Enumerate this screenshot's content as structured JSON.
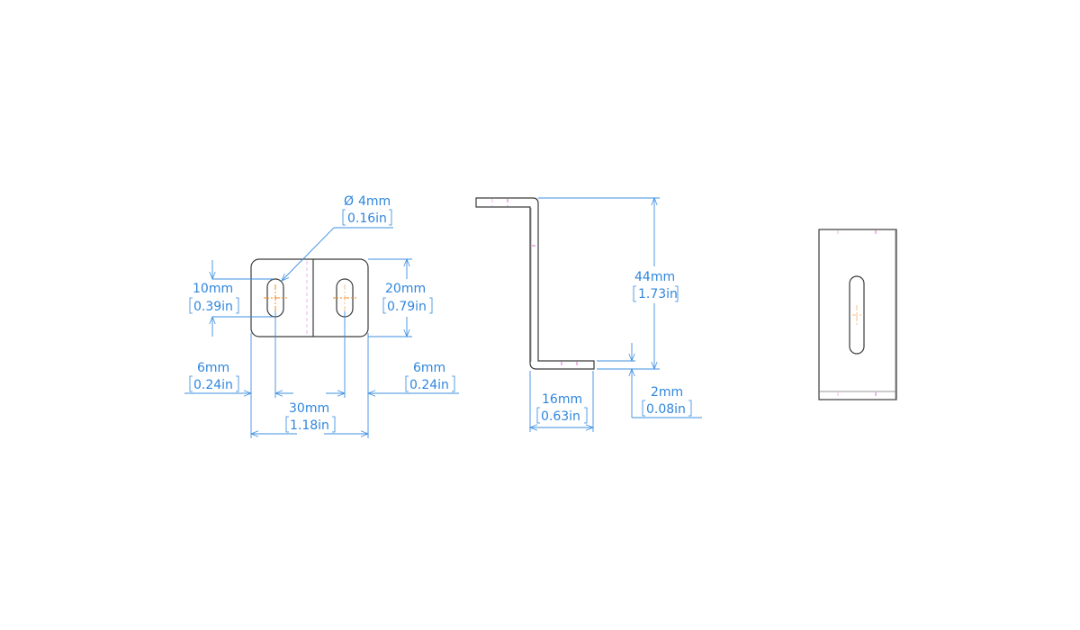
{
  "drawing": {
    "type": "engineering-drawing",
    "part": "Z-bracket with slotted holes",
    "colors": {
      "part_outline": "#3a3a3a",
      "dimension": "#3d8fe0",
      "hidden_line": "#e36ad6",
      "center_mark": "#f08a1e",
      "background": "#ffffff"
    },
    "views": {
      "top": {
        "dimensions": {
          "hole_diameter": {
            "symbol": "Ø",
            "mm": "4mm",
            "in": "0.16in"
          },
          "slot_length": {
            "mm": "10mm",
            "in": "0.39in"
          },
          "height": {
            "mm": "20mm",
            "in": "0.79in"
          },
          "left_offset": {
            "mm": "6mm",
            "in": "0.24in"
          },
          "right_offset": {
            "mm": "6mm",
            "in": "0.24in"
          },
          "width": {
            "mm": "30mm",
            "in": "1.18in"
          }
        }
      },
      "side": {
        "dimensions": {
          "overall_height": {
            "mm": "44mm",
            "in": "1.73in"
          },
          "flange_length": {
            "mm": "16mm",
            "in": "0.63in"
          },
          "thickness": {
            "mm": "2mm",
            "in": "0.08in"
          }
        }
      },
      "front": {}
    }
  }
}
